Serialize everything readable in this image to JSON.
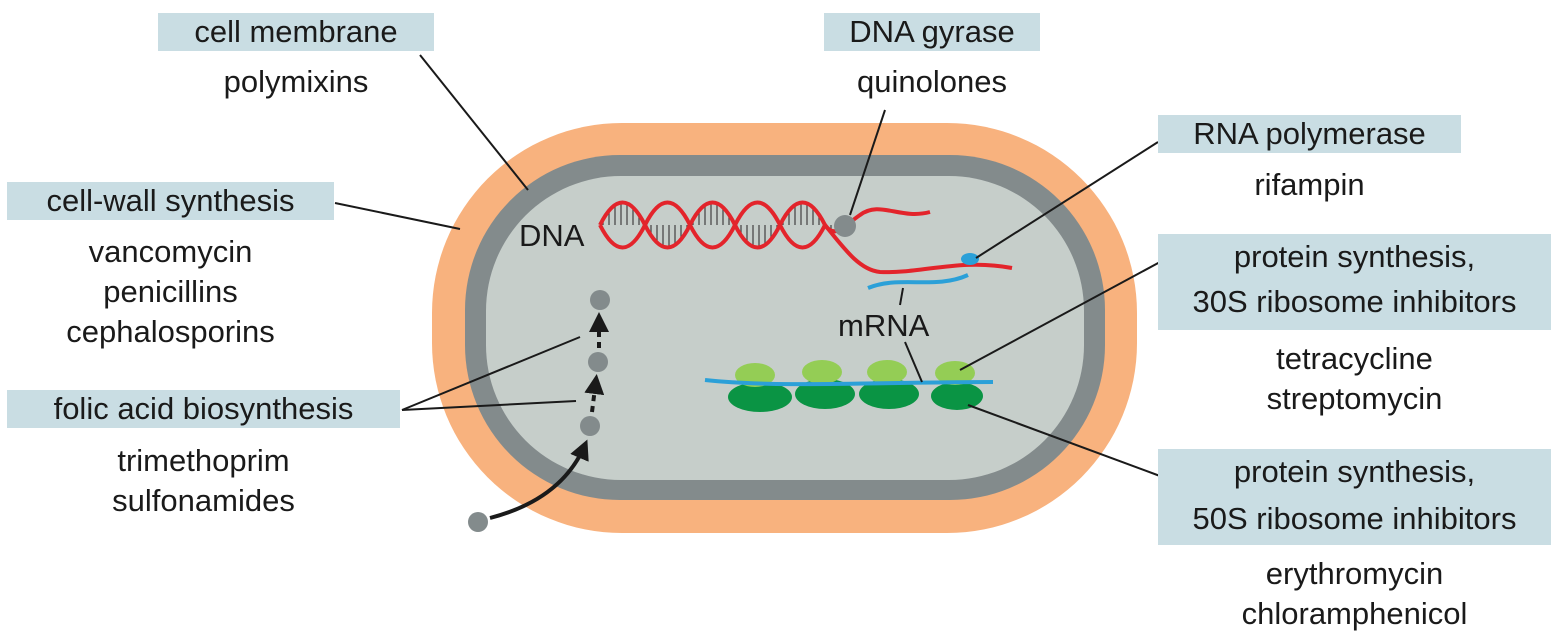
{
  "colors": {
    "cell_wall": "#f8b27e",
    "membrane": "#838b8c",
    "cytoplasm": "#c6ceca",
    "target_box": "#c9dde3",
    "dna": "#e3242b",
    "mrna": "#2ba0d8",
    "small_subunit": "#94cd55",
    "large_subunit": "#0a9444",
    "metabolite": "#838b8c",
    "leader_line": "#1a1a1a"
  },
  "cell_labels": {
    "dna": "DNA",
    "mrna": "mRNA"
  },
  "annotations": {
    "cell_membrane": {
      "target": "cell membrane",
      "drugs": [
        "polymixins"
      ]
    },
    "dna_gyrase": {
      "target": "DNA gyrase",
      "drugs": [
        "quinolones"
      ]
    },
    "rna_polymerase": {
      "target": "RNA polymerase",
      "drugs": [
        "rifampin"
      ]
    },
    "cell_wall": {
      "target": "cell-wall synthesis",
      "drugs": [
        "vancomycin",
        "penicillins",
        "cephalosporins"
      ]
    },
    "folic_acid": {
      "target": "folic acid biosynthesis",
      "drugs": [
        "trimethoprim",
        "sulfonamides"
      ]
    },
    "ribosome_30s": {
      "target_lines": [
        "protein synthesis,",
        "30S ribosome inhibitors"
      ],
      "drugs": [
        "tetracycline",
        "streptomycin"
      ]
    },
    "ribosome_50s": {
      "target_lines": [
        "protein synthesis,",
        "50S ribosome inhibitors"
      ],
      "drugs": [
        "erythromycin",
        "chloramphenicol"
      ]
    }
  },
  "icons": {
    "metabolite": "grey-circle",
    "pathway_arrow": "black-arrow",
    "ribosome": "green-ellipse-pair",
    "rna_polymerase": "blue-oval"
  }
}
